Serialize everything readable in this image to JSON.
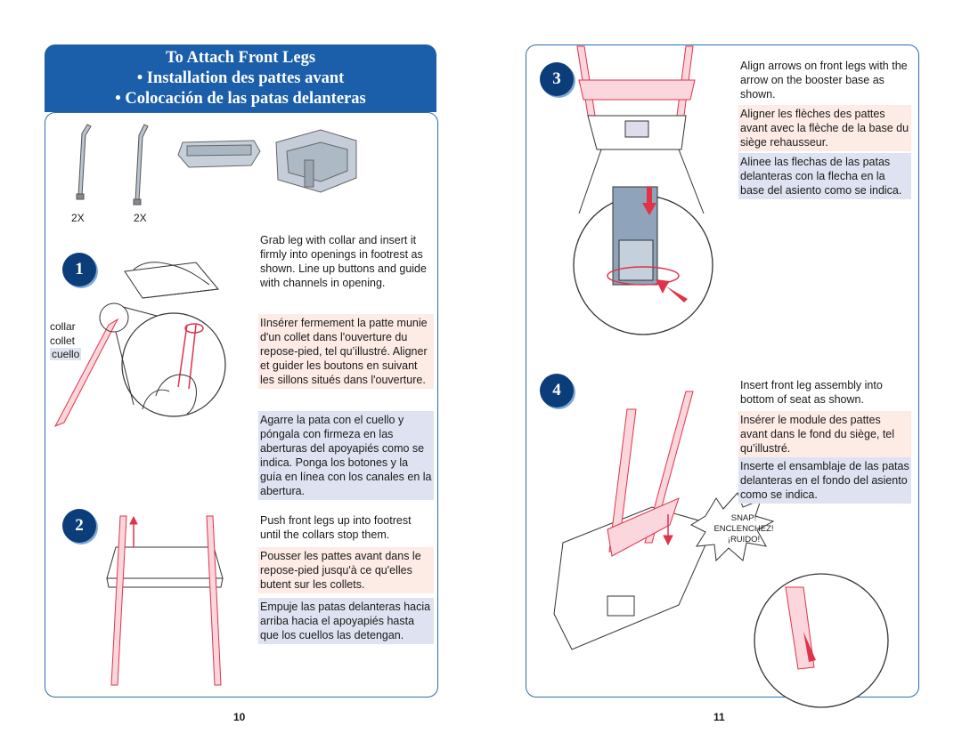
{
  "header": {
    "line1": "To Attach Front Legs",
    "line2": "• Installation des pattes avant",
    "line3": "• Colocación de las patas delanteras"
  },
  "parts": {
    "leg_a_qty": "2X",
    "leg_b_qty": "2X"
  },
  "step1": {
    "number": "1",
    "en": "Grab leg with collar and insert it firmly into openings in footrest as shown. Line up buttons and guide with channels in opening.",
    "fr": "IInsérer fermement la patte munie d'un collet dans l'ouverture du repose-pied, tel qu’illustré.  Aligner et guider les boutons en suivant les sillons situés dans l'ouverture.",
    "es": "Agarre la pata con el cuello y póngala con firmeza en las aberturas del apoyapiés como se indica. Ponga los botones y la guía en línea con los canales en la abertura.",
    "label_en": "collar",
    "label_fr": "collet",
    "label_es": "cuello"
  },
  "step2": {
    "number": "2",
    "en": "Push front legs up into footrest until the collars stop them.",
    "fr": "Pousser les pattes avant dans le repose-pied jusqu'à ce qu'elles butent sur les collets.",
    "es": "Empuje las patas delanteras hacia arriba hacia el apoyapiés hasta que los cuellos las detengan."
  },
  "step3": {
    "number": "3",
    "en": "Align arrows on front legs with the arrow on the booster base as shown.",
    "fr": "Aligner les flèches des pattes avant avec la flèche de la base du siège rehausseur.",
    "es": "Alinee las flechas de las patas delanteras con la flecha en la base del asiento como se indica."
  },
  "step4": {
    "number": "4",
    "en": "Insert front leg assembly into bottom of seat as shown.",
    "fr": "Insérer le module des pattes avant dans le fond du siège, tel qu’illustré.",
    "es": "Inserte el ensamblaje de las patas delanteras en el fondo del asiento como se indica.",
    "snap_en": "SNAP!",
    "snap_fr": "ENCLENCHEZ!",
    "snap_es": "¡RUIDO!"
  },
  "page_left": "10",
  "page_right": "11",
  "colors": {
    "header_blue": "#1b5ea9",
    "accent_red": "#e0334a",
    "pink_bg": "#fdebe5",
    "blue_bg": "#dfe3f1"
  }
}
